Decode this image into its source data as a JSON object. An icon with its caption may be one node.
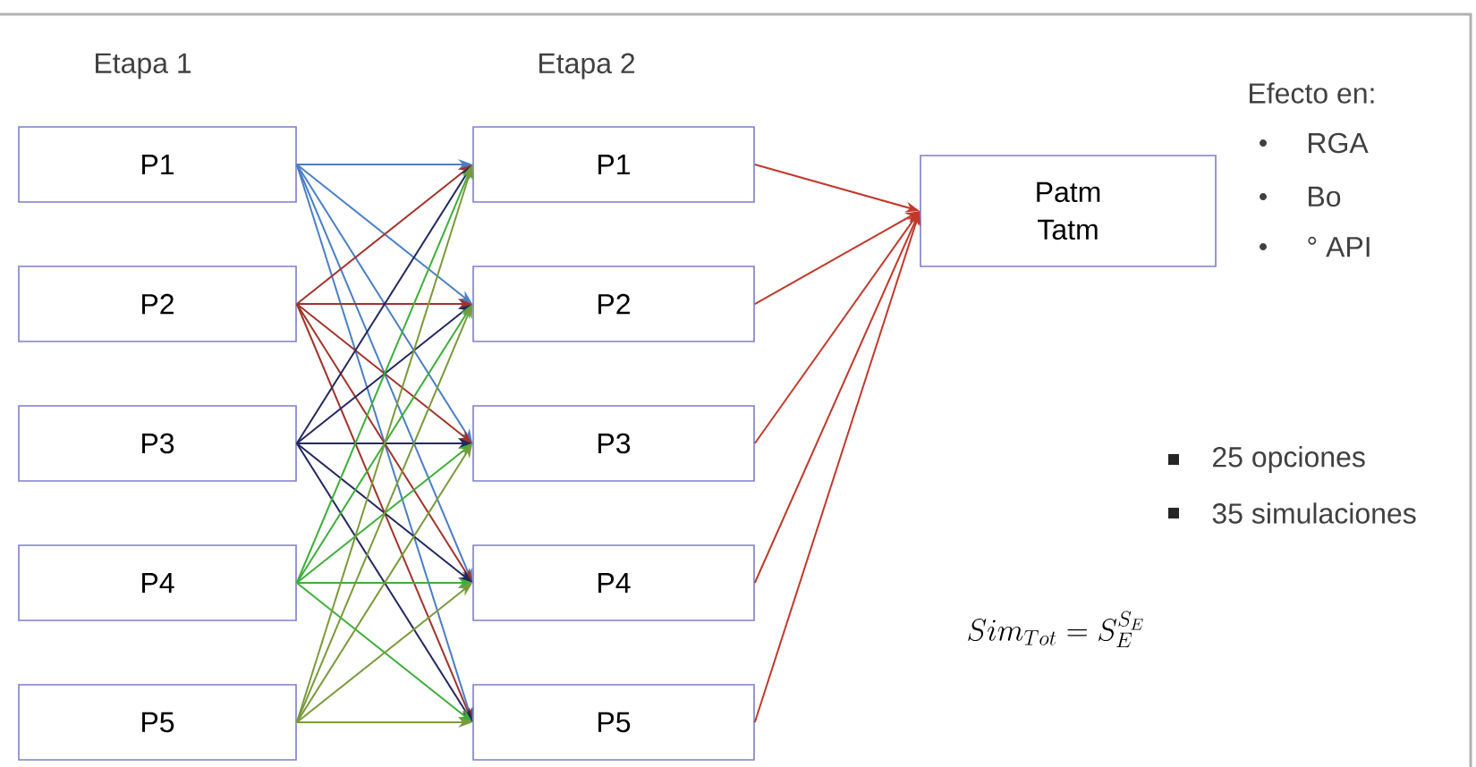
{
  "diagram": {
    "nodes": [
      {
        "text": [
          "P1"
        ]
      },
      {
        "text": [
          "P2"
        ]
      },
      {
        "text": [
          "P3"
        ]
      },
      {
        "text": [
          "P4"
        ]
      },
      {
        "text": [
          "P5"
        ]
      },
      {
        "text": [
          "P1"
        ]
      },
      {
        "text": [
          "P2"
        ]
      },
      {
        "text": [
          "P3"
        ]
      },
      {
        "text": [
          "P4"
        ]
      },
      {
        "text": [
          "P5"
        ]
      },
      {
        "text": [
          "Patm Tatm"
        ]
      }
    ],
    "edges": [
      {
        "from": 0,
        "to": 5,
        "arrow": "to",
        "color": "#4a7fc4"
      },
      {
        "from": 0,
        "to": 6,
        "arrow": "to",
        "color": "#4a7fc4"
      },
      {
        "from": 0,
        "to": 7,
        "arrow": "to",
        "color": "#4a7fc4"
      },
      {
        "from": 0,
        "to": 8,
        "arrow": "to",
        "color": "#4a7fc4"
      },
      {
        "from": 0,
        "to": 9,
        "arrow": "to",
        "color": "#4a7fc4"
      },
      {
        "from": 1,
        "to": 5,
        "arrow": "to",
        "color": "#a0342a"
      },
      {
        "from": 1,
        "to": 6,
        "arrow": "to",
        "color": "#a0342a"
      },
      {
        "from": 1,
        "to": 7,
        "arrow": "to",
        "color": "#a0342a"
      },
      {
        "from": 1,
        "to": 8,
        "arrow": "to",
        "color": "#a0342a"
      },
      {
        "from": 1,
        "to": 9,
        "arrow": "to",
        "color": "#a0342a"
      },
      {
        "from": 2,
        "to": 5,
        "arrow": "to",
        "color": "#23285e"
      },
      {
        "from": 2,
        "to": 6,
        "arrow": "to",
        "color": "#23285e"
      },
      {
        "from": 2,
        "to": 7,
        "arrow": "to",
        "color": "#23285e"
      },
      {
        "from": 2,
        "to": 8,
        "arrow": "to",
        "color": "#23285e"
      },
      {
        "from": 2,
        "to": 9,
        "arrow": "to",
        "color": "#23285e"
      },
      {
        "from": 3,
        "to": 5,
        "arrow": "to",
        "color": "#3fae3a"
      },
      {
        "from": 3,
        "to": 6,
        "arrow": "to",
        "color": "#3fae3a"
      },
      {
        "from": 3,
        "to": 7,
        "arrow": "to",
        "color": "#3fae3a"
      },
      {
        "from": 3,
        "to": 8,
        "arrow": "to",
        "color": "#3fae3a"
      },
      {
        "from": 3,
        "to": 9,
        "arrow": "to",
        "color": "#3fae3a"
      },
      {
        "from": 4,
        "to": 5,
        "arrow": "to",
        "color": "#7a9a3a"
      },
      {
        "from": 4,
        "to": 6,
        "arrow": "to",
        "color": "#7a9a3a"
      },
      {
        "from": 4,
        "to": 7,
        "arrow": "to",
        "color": "#7a9a3a"
      },
      {
        "from": 4,
        "to": 8,
        "arrow": "to",
        "color": "#7a9a3a"
      },
      {
        "from": 4,
        "to": 9,
        "arrow": "to",
        "color": "#7a9a3a"
      },
      {
        "from": 5,
        "to": 10,
        "arrow": "to",
        "color": "#c0392b"
      },
      {
        "from": 6,
        "to": 10,
        "arrow": "to",
        "color": "#c0392b"
      },
      {
        "from": 7,
        "to": 10,
        "arrow": "to",
        "color": "#c0392b"
      },
      {
        "from": 8,
        "to": 10,
        "arrow": "to",
        "color": "#c0392b"
      },
      {
        "from": 9,
        "to": 10,
        "arrow": "to",
        "color": "#c0392b"
      }
    ],
    "labels": [
      "Etapa 1",
      "Etapa 2",
      "Efecto en:",
      "RGA",
      "Bo",
      "° API",
      "25 opciones",
      "35 simulaciones",
      "Sim_{Tot} = S_E^{S_E}"
    ]
  }
}
